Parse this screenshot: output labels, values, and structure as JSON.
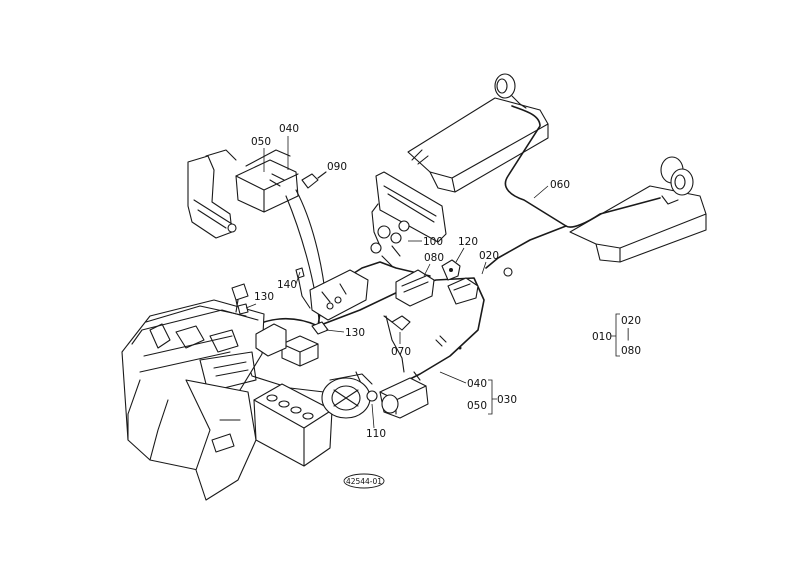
{
  "callouts": {
    "c050": "050",
    "c040": "040",
    "c090": "090",
    "c060": "060",
    "c100": "100",
    "c120": "120",
    "c020a": "020",
    "c080a": "080",
    "c140": "140",
    "c130a": "130",
    "c130b": "130",
    "c070": "070",
    "c040b": "040",
    "c050b": "050",
    "c030": "030",
    "c110": "110"
  },
  "group_legend": {
    "parent": "010",
    "top": "020",
    "middle": "│",
    "bottom": "080"
  },
  "figure_id": "42544-01"
}
